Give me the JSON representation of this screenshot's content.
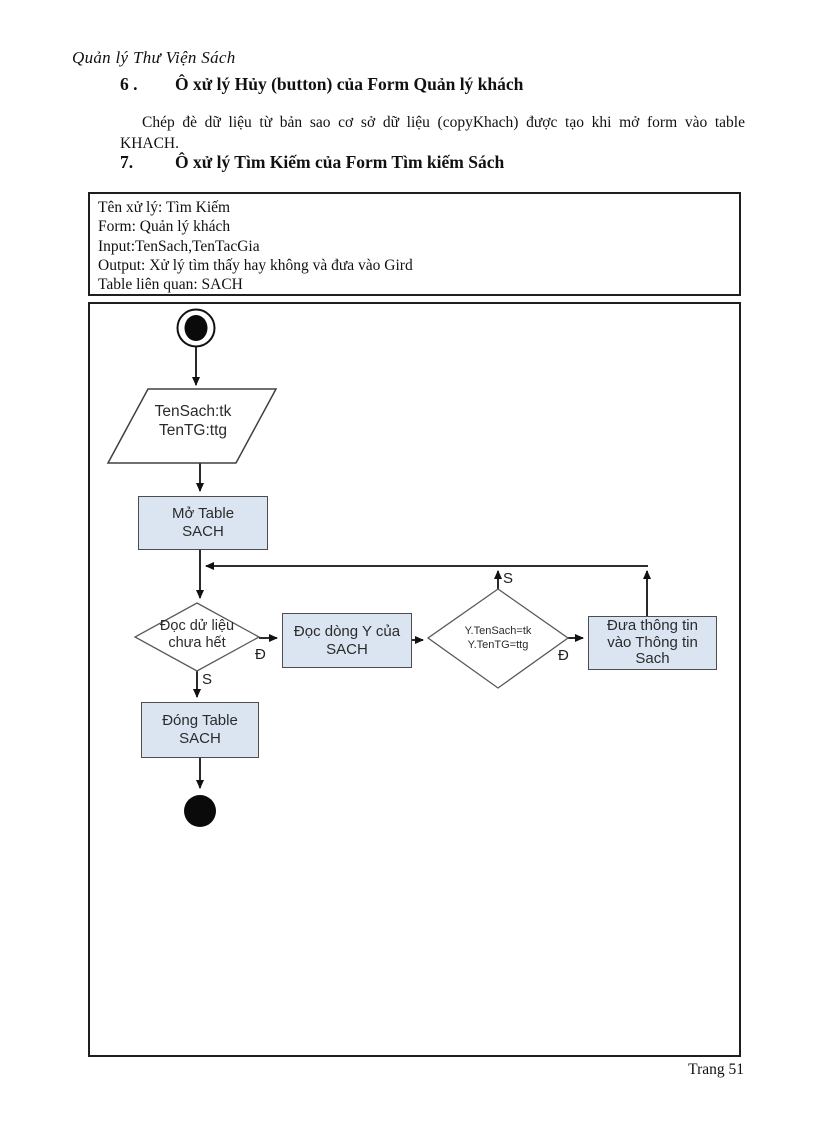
{
  "page": {
    "running_title": "Quản lý Thư Viện Sách",
    "page_label": "Trang 51"
  },
  "sections": [
    {
      "number": "6 .",
      "title": "Ô xử lý Hủy (button) của Form Quản lý khách"
    },
    {
      "number": "7.",
      "title": "Ô xử lý Tìm Kiếm của Form Tìm kiếm Sách"
    }
  ],
  "paragraph": {
    "line1": "Chép đè dữ liệu từ bản sao cơ sở dữ liệu (copyKhach) được tạo khi mở form vào table",
    "line2": "KHACH."
  },
  "spec_box": {
    "lines": [
      "Tên xử lý: Tìm Kiếm",
      "Form: Quản lý khách",
      "Input:TenSach,TenTacGia",
      "Output: Xử lý tìm thấy hay không và đưa vào Gird",
      "Table liên quan: SACH"
    ]
  },
  "flowchart": {
    "nodes": {
      "input": {
        "lines": [
          "TenSach:tk",
          "TenTG:ttg"
        ]
      },
      "open_table": {
        "lines": [
          "Mở Table",
          "SACH"
        ]
      },
      "loop_check": {
        "lines": [
          "Đọc dử liệu",
          "chưa hết"
        ]
      },
      "read_row": {
        "lines": [
          "Đọc dòng Y của",
          "SACH"
        ]
      },
      "match_check": {
        "lines": [
          "Y.TenSach=tk",
          "Y.TenTG=ttg"
        ]
      },
      "show_info": {
        "lines": [
          "Đưa thông tin",
          "vào Thông tin",
          "Sach"
        ]
      },
      "close_table": {
        "lines": [
          "Đóng Table",
          "SACH"
        ]
      }
    },
    "edge_labels": {
      "loop_true": "Đ",
      "loop_false": "S",
      "match_true": "Đ",
      "match_false": "S"
    },
    "colors": {
      "node_fill": "#dbe5f1",
      "node_border": "#4d4d4d",
      "connector": "#111111"
    }
  }
}
